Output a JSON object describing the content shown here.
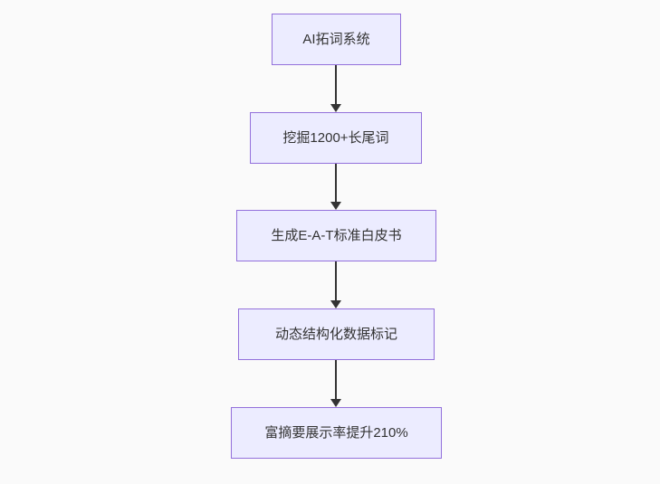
{
  "diagram": {
    "type": "flowchart-vertical",
    "nodes": [
      {
        "id": "node-1",
        "label": "AI拓词系统"
      },
      {
        "id": "node-2",
        "label": "挖掘1200+长尾词"
      },
      {
        "id": "node-3",
        "label": "生成E-A-T标准白皮书"
      },
      {
        "id": "node-4",
        "label": "动态结构化数据标记"
      },
      {
        "id": "node-5",
        "label": "富摘要展示率提升210%"
      }
    ],
    "edges": [
      {
        "from": "node-1",
        "to": "node-2",
        "style": "arrow-down"
      },
      {
        "from": "node-2",
        "to": "node-3",
        "style": "arrow-down"
      },
      {
        "from": "node-3",
        "to": "node-4",
        "style": "arrow-down"
      },
      {
        "from": "node-4",
        "to": "node-5",
        "style": "arrow-down"
      }
    ],
    "colors": {
      "node_fill": "#ECECFF",
      "node_border": "#9370DB",
      "node_text": "#333333",
      "arrow": "#333333",
      "background": "#fafafa"
    }
  }
}
